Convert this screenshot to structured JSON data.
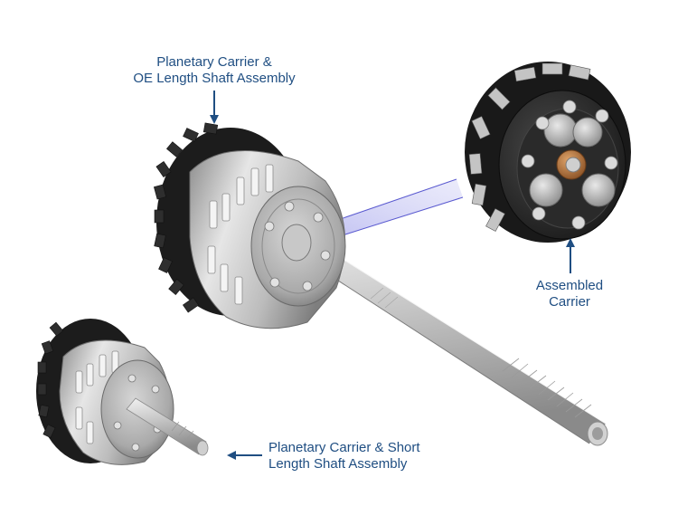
{
  "callouts": {
    "top": {
      "line1": "Planetary Carrier &",
      "line2": "OE Length Shaft Assembly"
    },
    "right": {
      "line1": "Assembled",
      "line2": "Carrier"
    },
    "bottom": {
      "line1": "Planetary Carrier & Short",
      "line2": "Length Shaft Assembly"
    }
  },
  "colors": {
    "label_text": "#1f4e82",
    "arrow": "#1f4e82",
    "metal_light": "#e4e4e4",
    "metal_mid": "#b8b8b8",
    "metal_dark": "#7a7a7a",
    "ring_black": "#222222",
    "hub_copper": "#b8763e",
    "leader_line": "#5a5ad0"
  },
  "components": [
    {
      "name": "Planetary Carrier & OE Length Shaft Assembly"
    },
    {
      "name": "Assembled Carrier"
    },
    {
      "name": "Planetary Carrier & Short Length Shaft Assembly"
    }
  ]
}
